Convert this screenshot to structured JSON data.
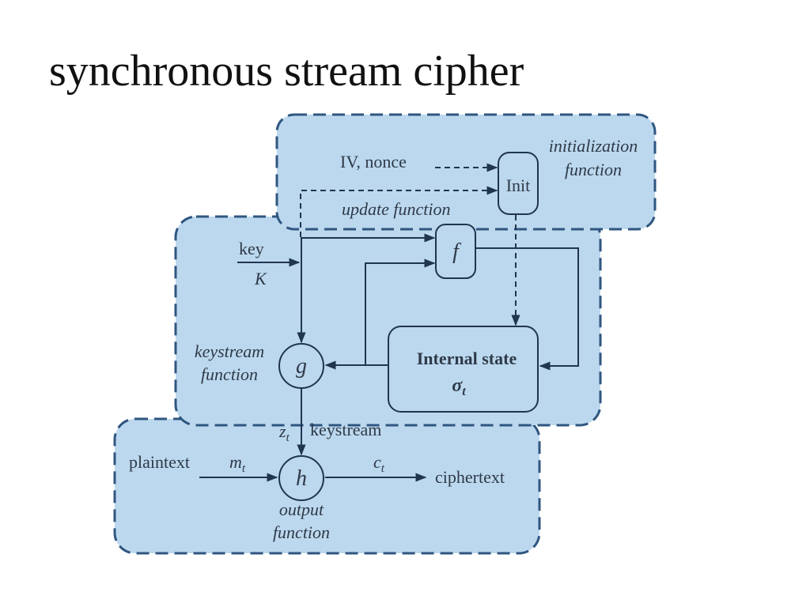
{
  "slide": {
    "title": "synchronous stream cipher"
  },
  "diagram": {
    "colors": {
      "fill": "#bcd8ee",
      "border": "#2f5680",
      "line": "#1f3550",
      "box_fill": "#bcd8ee"
    },
    "init_region": {
      "label_line1": "initialization",
      "label_line2": "function"
    },
    "iv_label": "IV, nonce",
    "update_label": "update function",
    "init_box": {
      "label": "Init"
    },
    "key_label": "key",
    "key_symbol": "K",
    "f_box": {
      "label": "f"
    },
    "state_box": {
      "label": "Internal state",
      "symbol": "σ",
      "symbol_sub": "t"
    },
    "g_node": {
      "label": "g",
      "caption_line1": "keystream",
      "caption_line2": "function"
    },
    "z_label": {
      "symbol": "z",
      "sub": "t"
    },
    "keystream_label": "keystream",
    "plaintext_label": "plaintext",
    "m_label": {
      "symbol": "m",
      "sub": "t"
    },
    "h_node": {
      "label": "h",
      "caption_line1": "output",
      "caption_line2": "function"
    },
    "c_label": {
      "symbol": "c",
      "sub": "t"
    },
    "ciphertext_label": "ciphertext"
  }
}
